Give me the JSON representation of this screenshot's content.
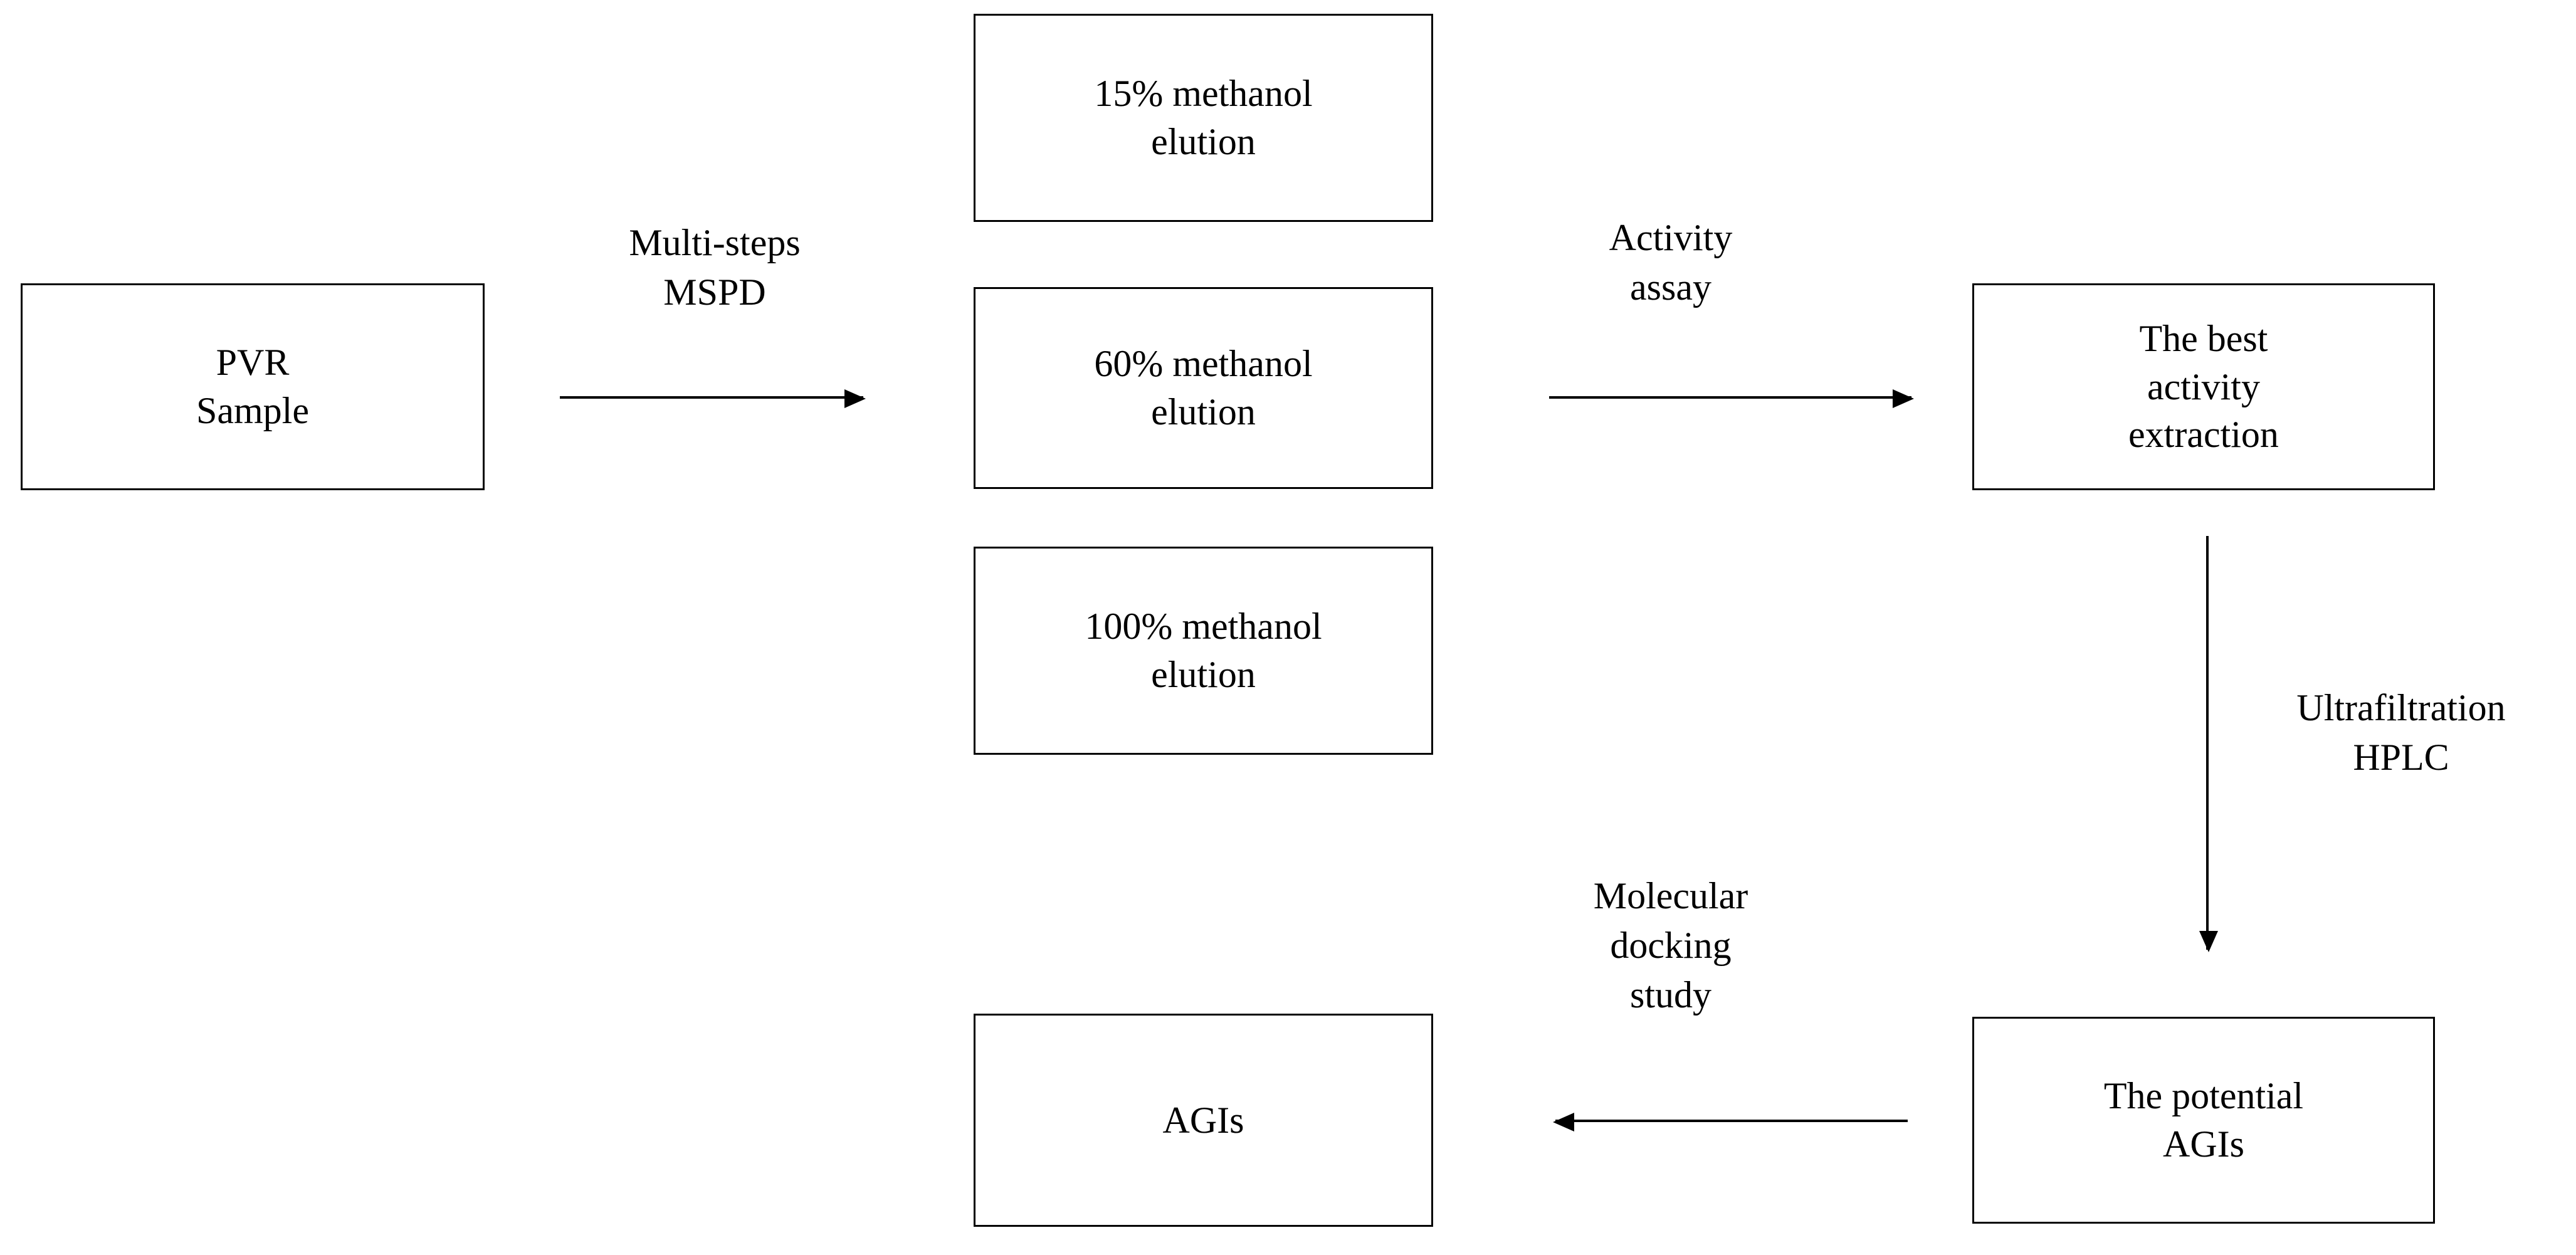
{
  "diagram": {
    "type": "flowchart",
    "nodes": [
      {
        "id": "pvr-sample",
        "lines": [
          "PVR",
          "Sample"
        ]
      },
      {
        "id": "elution-15",
        "lines": [
          "15% methanol",
          "elution"
        ]
      },
      {
        "id": "elution-60",
        "lines": [
          "60% methanol",
          "elution"
        ]
      },
      {
        "id": "elution-100",
        "lines": [
          "100% methanol",
          "elution"
        ]
      },
      {
        "id": "best-activity",
        "lines": [
          "The best",
          "activity",
          "extraction"
        ]
      },
      {
        "id": "potential-agis",
        "lines": [
          "The potential",
          "AGIs"
        ]
      },
      {
        "id": "agis",
        "lines": [
          "AGIs"
        ]
      }
    ],
    "edge_labels": [
      {
        "id": "multi-steps-mspd",
        "lines": [
          "Multi-steps",
          "MSPD"
        ]
      },
      {
        "id": "activity-assay",
        "lines": [
          "Activity",
          "assay"
        ]
      },
      {
        "id": "ultrafiltration-hplc",
        "lines": [
          "Ultrafiltration",
          "HPLC"
        ]
      },
      {
        "id": "molecular-docking",
        "lines": [
          "Molecular",
          "docking",
          "study"
        ]
      }
    ],
    "colors": {
      "stroke": "#000000",
      "background": "#ffffff",
      "text": "#000000"
    }
  }
}
